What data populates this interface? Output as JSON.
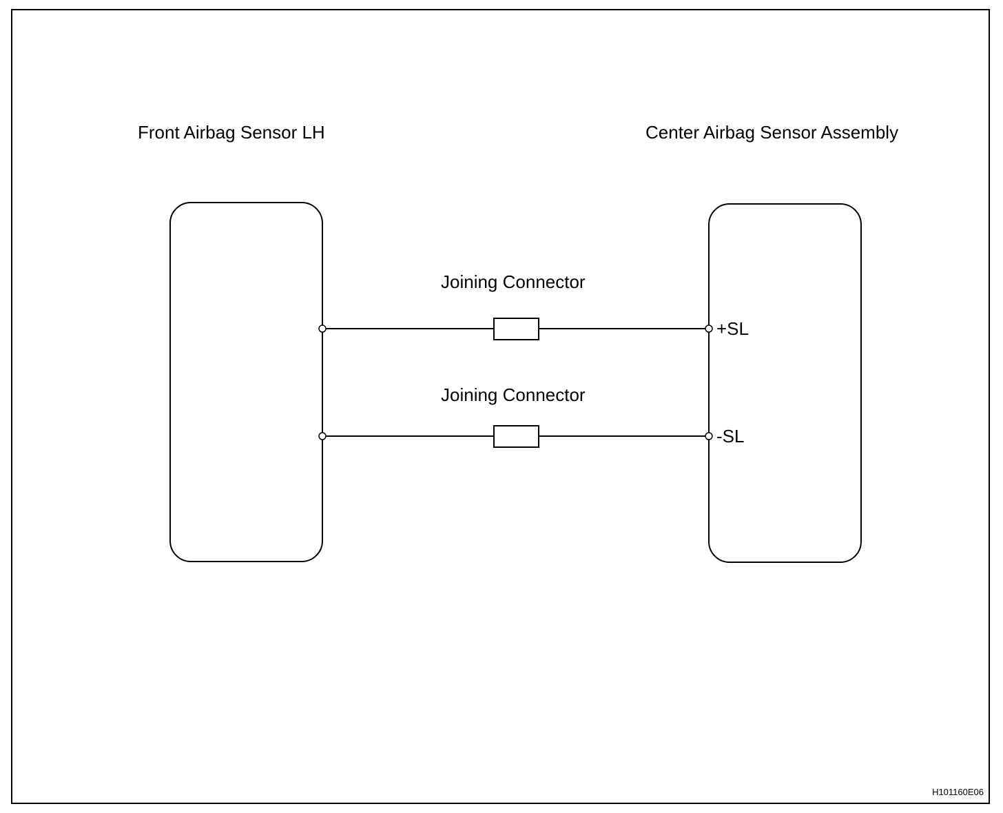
{
  "diagram": {
    "left_component": {
      "label": "Front Airbag Sensor LH"
    },
    "right_component": {
      "label": "Center Airbag Sensor Assembly"
    },
    "wires": [
      {
        "connector_label": "Joining Connector",
        "terminal_label": "+SL"
      },
      {
        "connector_label": "Joining Connector",
        "terminal_label": "-SL"
      }
    ],
    "figure_code": "H101160E06"
  },
  "colors": {
    "line": "#000000",
    "background": "#ffffff"
  }
}
